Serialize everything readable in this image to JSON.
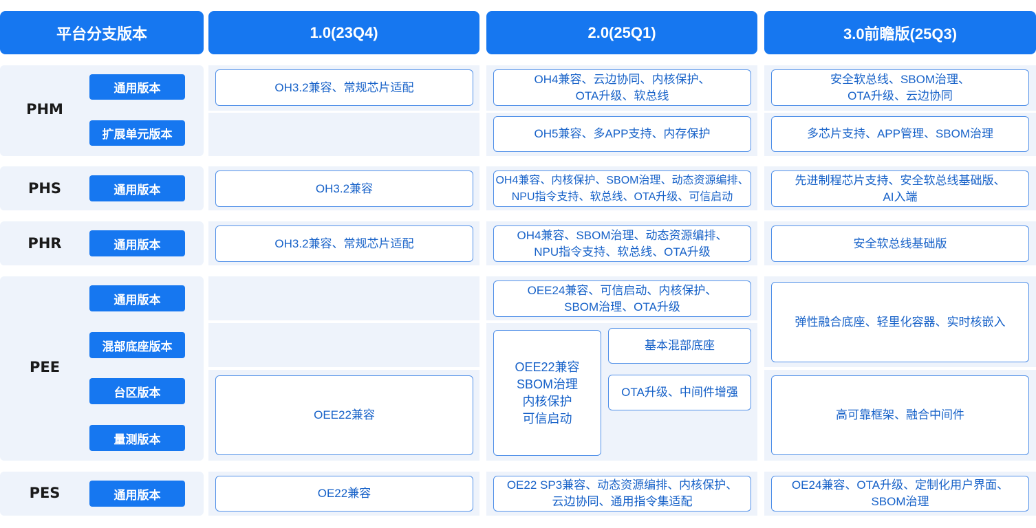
{
  "header": {
    "branch_label": "平台分支版本",
    "v1": "1.0(23Q4)",
    "v2": "2.0(25Q1)",
    "v3": "3.0前瞻版(25Q3)"
  },
  "rows": {
    "phm": {
      "label": "PHM",
      "tag_general": "通用版本",
      "tag_extend": "扩展单元版本",
      "v1_general": "OH3.2兼容、常规芯片适配",
      "v2_general": [
        "OH4兼容、云边协同、内核保护、",
        "OTA升级、软总线"
      ],
      "v2_extend": "OH5兼容、多APP支持、内存保护",
      "v3_general": [
        "安全软总线、SBOM治理、",
        "OTA升级、云边协同"
      ],
      "v3_extend": "多芯片支持、APP管理、SBOM治理"
    },
    "phs": {
      "label": "PHS",
      "tag_general": "通用版本",
      "v1": "OH3.2兼容",
      "v2": [
        "OH4兼容、内核保护、SBOM治理、动态资源编排、",
        "NPU指令支持、软总线、OTA升级、可信启动"
      ],
      "v3": [
        "先进制程芯片支持、安全软总线基础版、",
        "AI入端"
      ]
    },
    "phr": {
      "label": "PHR",
      "tag_general": "通用版本",
      "v1": "OH3.2兼容、常规芯片适配",
      "v2": [
        "OH4兼容、SBOM治理、动态资源编排、",
        "NPU指令支持、软总线、OTA升级"
      ],
      "v3": "安全软总线基础版"
    },
    "pee": {
      "label": "PEE",
      "tag_general": "通用版本",
      "tag_mixed": "混部底座版本",
      "tag_area": "台区版本",
      "tag_measure": "量测版本",
      "v1_lower": "OEE22兼容",
      "v2_general": [
        "OEE24兼容、可信启动、内核保护、",
        "SBOM治理、OTA升级"
      ],
      "v2_shared": [
        "OEE22兼容",
        "SBOM治理",
        "内核保护",
        "可信启动"
      ],
      "v2_mixed": "基本混部底座",
      "v2_area": "OTA升级、中间件增强",
      "v3_upper": "弹性融合底座、轻里化容器、实时核嵌入",
      "v3_lower": "高可靠框架、融合中间件"
    },
    "pes": {
      "label": "PES",
      "tag_general": "通用版本",
      "v1": "OE22兼容",
      "v2": [
        "OE22 SP3兼容、动态资源编排、内核保护、",
        "云边协同、通用指令集适配"
      ],
      "v3": [
        "OE24兼容、OTA升级、定制化用户界面、",
        "SBOM治理"
      ]
    }
  }
}
